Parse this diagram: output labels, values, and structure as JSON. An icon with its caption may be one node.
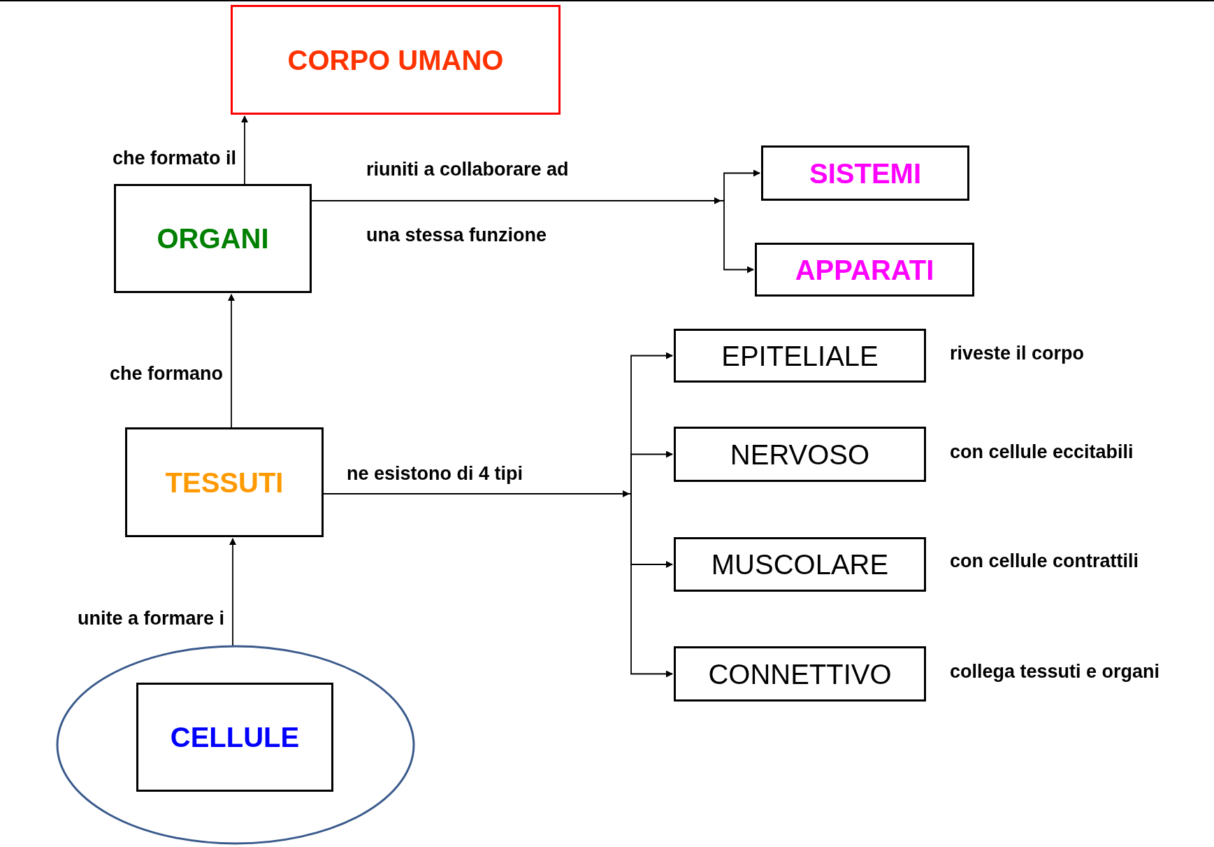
{
  "diagram": {
    "nodes": [
      {
        "text": [
          "CORPO UMANO"
        ]
      },
      {
        "text": [
          "ORGANI"
        ]
      },
      {
        "text": [
          "SISTEMI"
        ]
      },
      {
        "text": [
          "APPARATI"
        ]
      },
      {
        "text": [
          "TESSUTI"
        ]
      },
      {
        "text": [
          "EPITELIALE"
        ],
        "beside": [
          "riveste il corpo"
        ]
      },
      {
        "text": [
          "NERVOSO"
        ],
        "beside": [
          "con cellule eccitabili"
        ]
      },
      {
        "text": [
          "MUSCOLARE"
        ],
        "beside": [
          "con cellule contrattili"
        ]
      },
      {
        "text": [
          "CONNETTIVO"
        ],
        "beside": [
          "collega tessuti e organi"
        ]
      },
      {
        "text": [],
        "shape": "ellipse"
      },
      {
        "text": [
          "CELLULE"
        ],
        "in": 9
      }
    ],
    "edges": [
      {
        "from": 1,
        "to": 0,
        "arrow": "to",
        "label": "che formato il"
      },
      {
        "from": 1,
        "to": 2,
        "arrow": "to"
      },
      {
        "from": 1,
        "to": 3,
        "arrow": "to"
      },
      {
        "from": 4,
        "to": 1,
        "arrow": "to",
        "label": "che formano"
      },
      {
        "from": 4,
        "to": 5,
        "arrow": "to"
      },
      {
        "from": 4,
        "to": 6,
        "arrow": "to"
      },
      {
        "from": 4,
        "to": 7,
        "arrow": "to"
      },
      {
        "from": 4,
        "to": 8,
        "arrow": "to"
      },
      {
        "from": 9,
        "to": 4,
        "arrow": "to",
        "label": "unite a formare i"
      }
    ],
    "labels": [
      "riuniti a collaborare ad",
      "una stessa funzione",
      "ne esistono di 4 tipi"
    ]
  }
}
